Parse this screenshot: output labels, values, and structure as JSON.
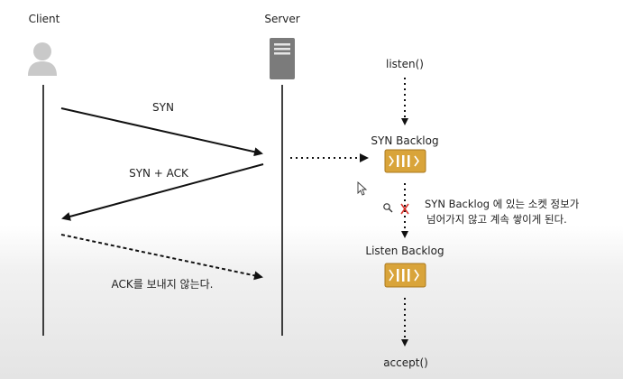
{
  "client": {
    "label": "Client"
  },
  "server": {
    "label": "Server"
  },
  "messages": {
    "syn": "SYN",
    "syn_ack": "SYN + ACK",
    "no_ack": "ACK를 보내지 않는다."
  },
  "flow": {
    "listen": "listen()",
    "syn_backlog": "SYN Backlog",
    "listen_backlog": "Listen Backlog",
    "accept": "accept()"
  },
  "note": {
    "line1": "SYN Backlog 에 있는 소켓 정보가",
    "line2": "넘어가지 않고 계속 쌓이게 된다."
  },
  "colors": {
    "queue_fill": "#d9a43a",
    "queue_border": "#a9781f",
    "x_mark": "#d8342c",
    "line": "#111111",
    "server_icon": "#7b7b7b",
    "person_icon": "#c9c9c9"
  },
  "icons": [
    "person-icon",
    "server-icon",
    "queue-icon",
    "x-mark-icon",
    "magnifier-icon",
    "cursor-icon"
  ]
}
